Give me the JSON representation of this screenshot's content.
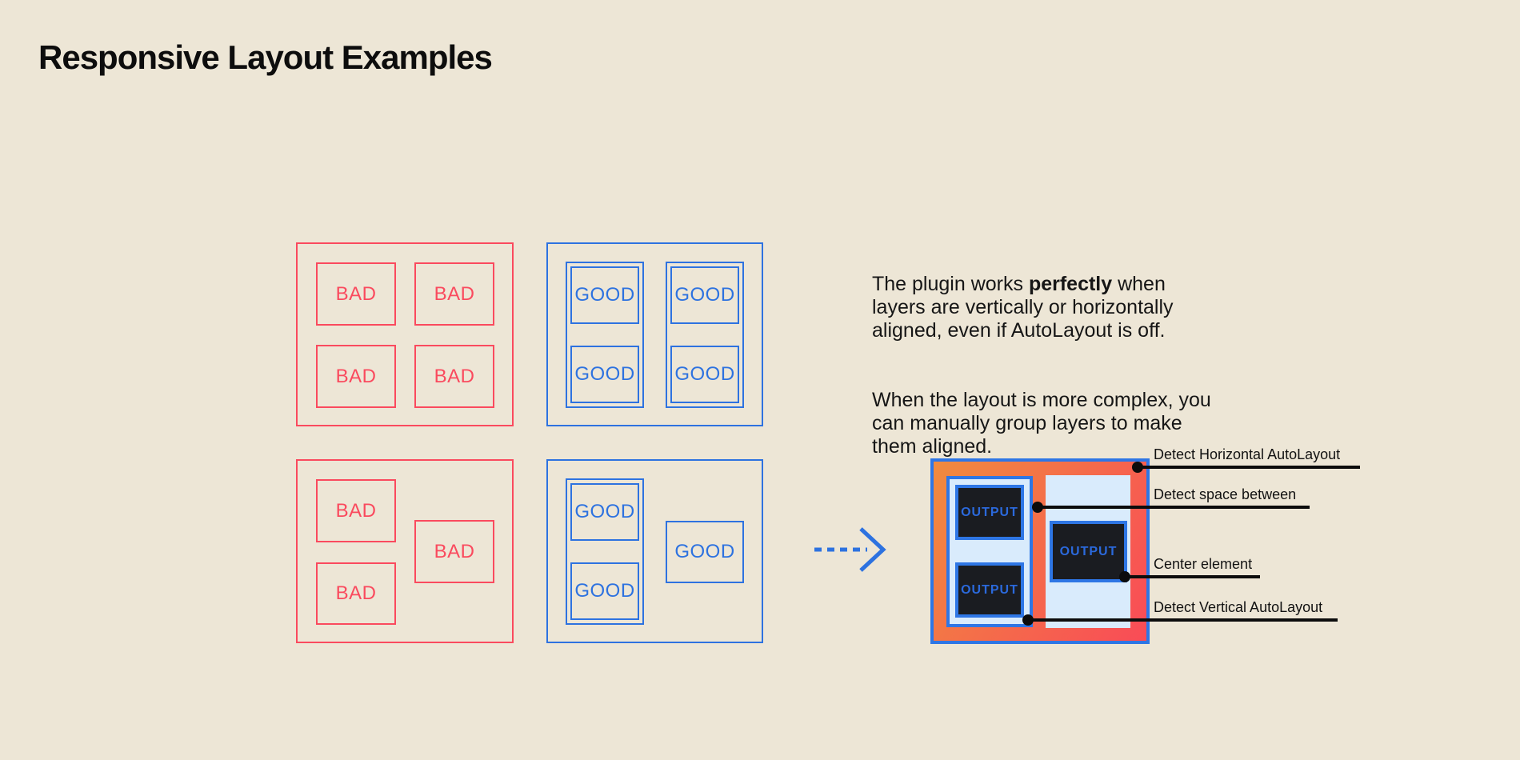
{
  "title": "Responsive Layout Examples",
  "colors": {
    "background": "#EDE6D6",
    "bad": "#FA4A5E",
    "good": "#2D72E0",
    "gradient_start": "#F08B3E",
    "gradient_end": "#F94B57",
    "light_panel": "#D9EBFC",
    "dark_box": "#1A1C21",
    "output_blue": "#2E76E5",
    "output_text": "#2B69DC",
    "ink": "#111111"
  },
  "groups": {
    "bad_aligned": {
      "boxes": [
        "BAD",
        "BAD",
        "BAD",
        "BAD"
      ]
    },
    "good_aligned": {
      "boxes": [
        "GOOD",
        "GOOD",
        "GOOD",
        "GOOD"
      ]
    },
    "bad_complex": {
      "boxes": [
        "BAD",
        "BAD",
        "BAD"
      ]
    },
    "good_complex": {
      "boxes": [
        "GOOD",
        "GOOD",
        "GOOD"
      ]
    }
  },
  "desc": {
    "p1_pre": "The plugin works ",
    "p1_bold": "perfectly",
    "p1_post": " when\nlayers are vertically or horizontally\naligned, even if AutoLayout is off.",
    "p2": "When the layout is more complex, you\ncan manually group layers to make\nthem aligned."
  },
  "output": {
    "boxes": [
      "OUTPUT",
      "OUTPUT",
      "OUTPUT"
    ]
  },
  "annotations": [
    {
      "label": "Detect Horizontal AutoLayout"
    },
    {
      "label": "Detect space between"
    },
    {
      "label": "Center element"
    },
    {
      "label": "Detect Vertical AutoLayout"
    }
  ]
}
